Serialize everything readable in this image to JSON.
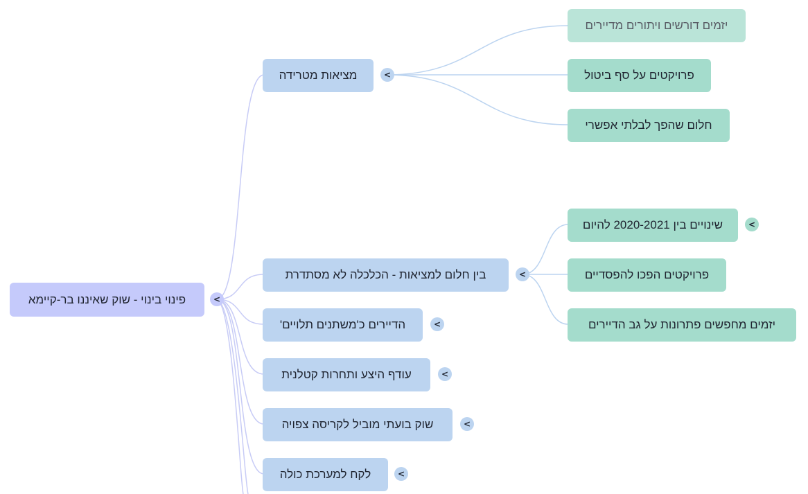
{
  "colors": {
    "root_fill": "#c5cafb",
    "l1_fill": "#bcd4f0",
    "l2_fill": "#a4dccc",
    "edge_root": "#c8ccf6",
    "edge_l1": "#bcd4f0"
  },
  "toggle_glyph": "<",
  "root": {
    "label": "פינוי בינוי - שוק שאיננו בר-קיימא"
  },
  "branches": [
    {
      "label": "מציאות מטרידה",
      "children": [
        {
          "label": "יזמים דורשים ויתורים מדיירים"
        },
        {
          "label": "פרויקטים על סף ביטול"
        },
        {
          "label": "חלום שהפך לבלתי אפשרי"
        }
      ]
    },
    {
      "label": "בין חלום למציאות - הכלכלה לא מסתדרת",
      "children": [
        {
          "label": "שינויים בין 2020-2021 להיום"
        },
        {
          "label": "פרויקטים הפכו להפסדיים"
        },
        {
          "label": "יזמים מחפשים פתרונות על גב הדיירים"
        }
      ]
    },
    {
      "label": "הדיירים כ'משתנים תלויים'"
    },
    {
      "label": "עודף היצע ותחרות קטלנית"
    },
    {
      "label": "שוק בועתי מוביל לקריסה צפויה"
    },
    {
      "label": "לקח למערכת כולה"
    }
  ]
}
